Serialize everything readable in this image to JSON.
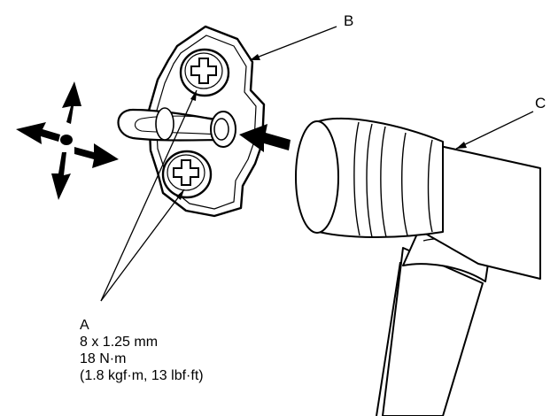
{
  "callouts": {
    "a": "A",
    "b": "B",
    "c": "C"
  },
  "spec": {
    "size": "8 x 1.25 mm",
    "torque_nm": "18 N·m",
    "torque_alt": "(1.8 kgf·m, 13 lbf·ft)"
  },
  "colors": {
    "ink": "#000000",
    "paper": "#ffffff"
  },
  "icons": {
    "move_arrows": "four-way-adjust-arrows-icon",
    "push_arrow": "push-direction-arrow-icon",
    "bolt": "phillips-bolt-icon"
  }
}
